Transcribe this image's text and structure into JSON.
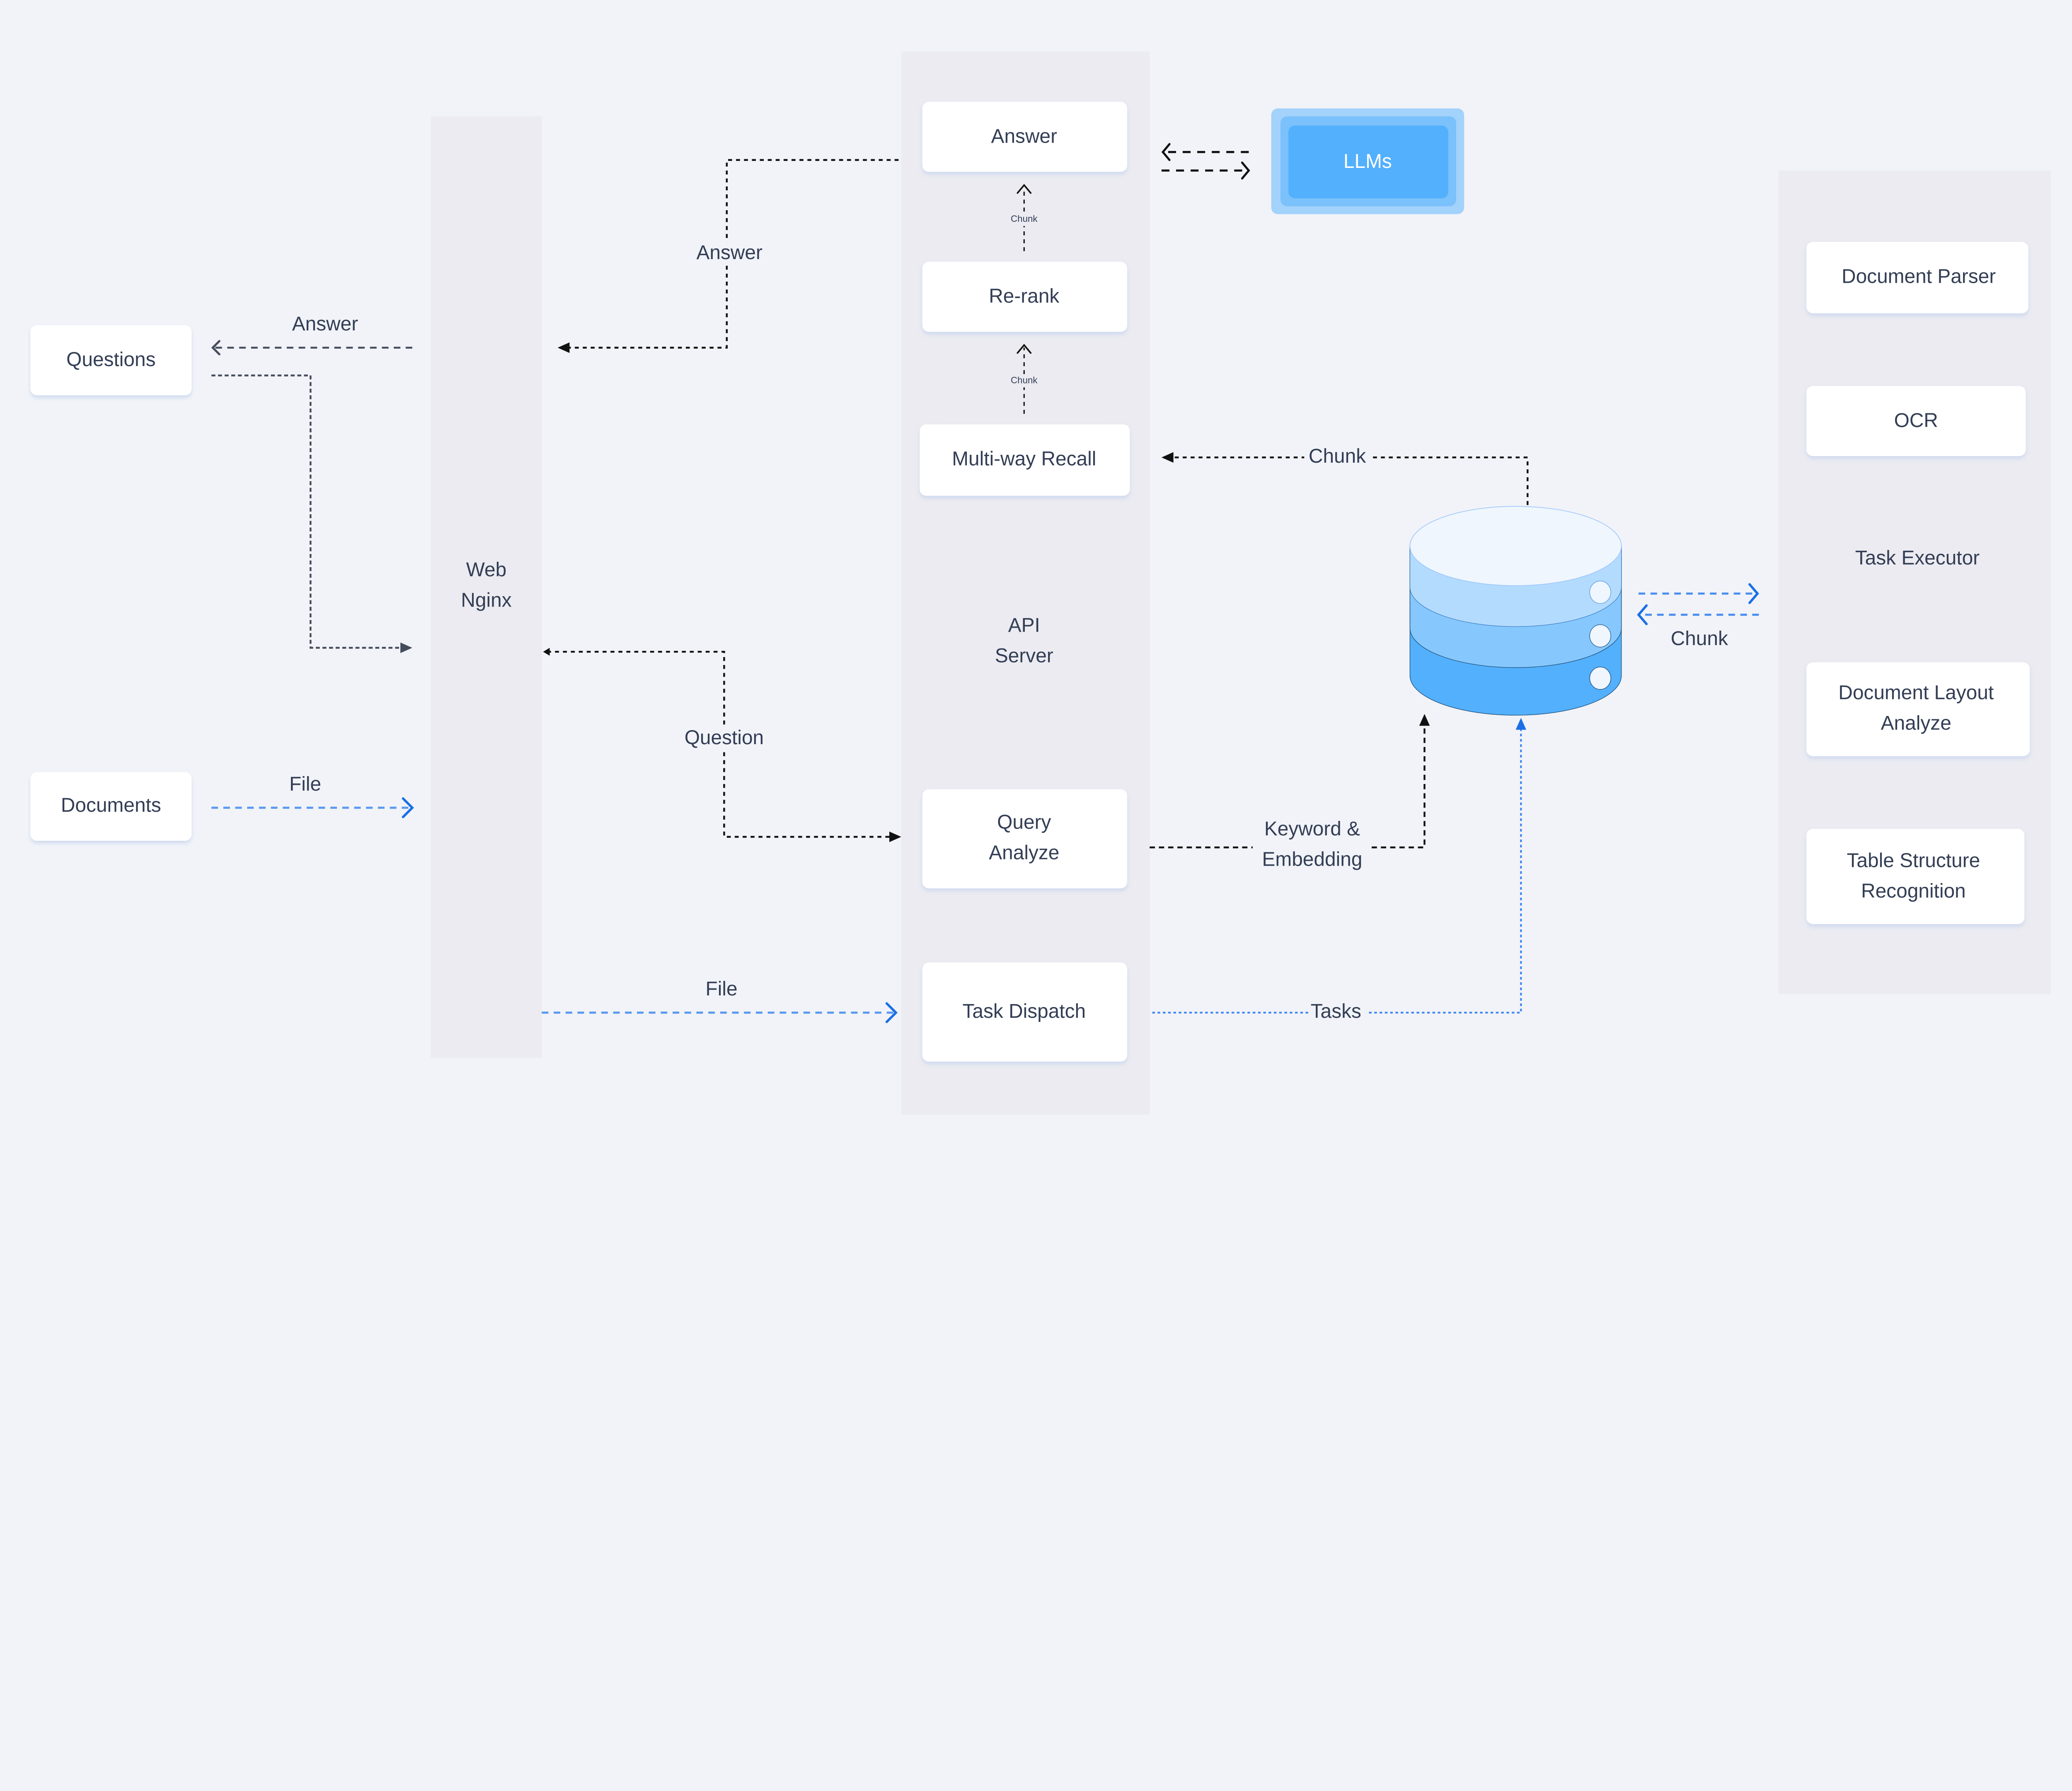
{
  "nodes": {
    "questions": "Questions",
    "documents": "Documents",
    "web_nginx": [
      "Web",
      "Nginx"
    ],
    "api_server": [
      "API",
      "Server"
    ],
    "answer": "Answer",
    "rerank": "Re-rank",
    "multi_way_recall": "Multi-way Recall",
    "query_analyze": [
      "Query",
      "Analyze"
    ],
    "task_dispatch": "Task Dispatch",
    "llms": "LLMs",
    "task_executor": "Task Executor",
    "document_parser": "Document Parser",
    "ocr": "OCR",
    "document_layout_analyze": [
      "Document Layout",
      "Analyze"
    ],
    "table_structure_recognition": [
      "Table Structure",
      "Recognition"
    ]
  },
  "edges": {
    "answer_to_questions": "Answer",
    "answer_to_nginx": "Answer",
    "file_documents": "File",
    "question": "Question",
    "file_dispatch": "File",
    "chunk_rerank_answer": "Chunk",
    "chunk_recall_rerank": "Chunk",
    "chunk_db_recall": "Chunk",
    "keyword_embedding": [
      "Keyword &",
      "Embedding"
    ],
    "tasks": "Tasks",
    "chunk_db_executor": "Chunk"
  },
  "colors": {
    "background": "#f1f3f8",
    "column": "#ebebf1",
    "llm_blue": "#53b0fd",
    "flow_blue": "#1a6fe6"
  },
  "icons": [
    "database-icon"
  ]
}
